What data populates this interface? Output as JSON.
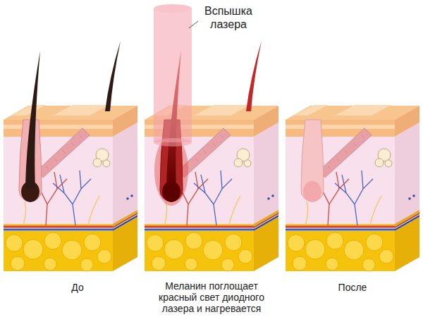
{
  "diagram": {
    "labels": [
      "Вспышка лазера",
      "До",
      "Меланин поглощает красный свет диодного лазера и нагревается",
      "После"
    ]
  }
}
